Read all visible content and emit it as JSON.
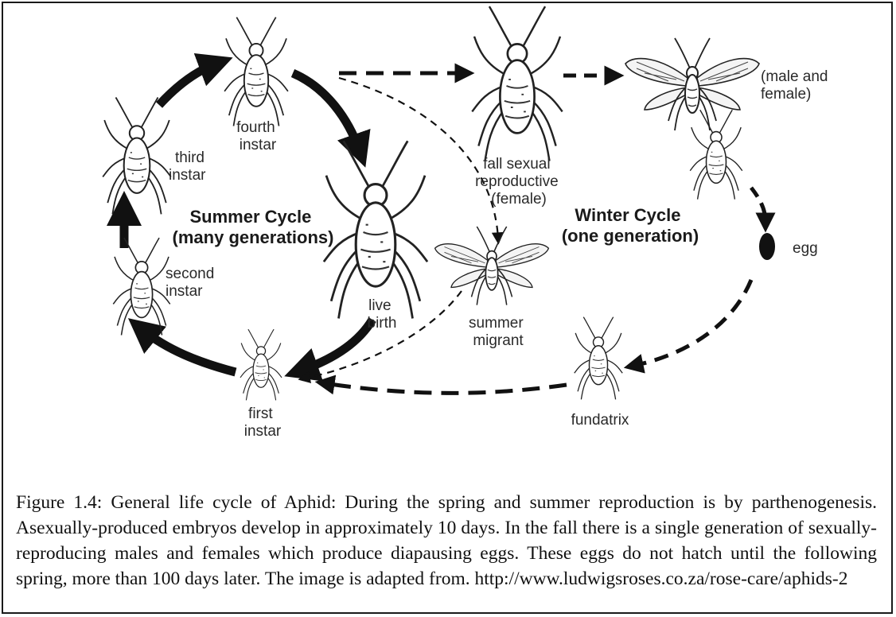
{
  "labels": {
    "fourth_instar": [
      "fourth",
      "instar"
    ],
    "third_instar": [
      "third",
      "instar"
    ],
    "second_instar": [
      "second",
      "instar"
    ],
    "first_instar": [
      "first",
      "instar"
    ],
    "live_birth": [
      "live",
      "birth"
    ],
    "fall_sexual": [
      "fall sexual",
      "reproductive",
      "(female)"
    ],
    "male_female": [
      "(male and",
      "female)"
    ],
    "egg": "egg",
    "summer_migrant": [
      "summer",
      "migrant"
    ],
    "fundatrix": "fundatrix"
  },
  "summer_cycle": [
    "Summer Cycle",
    "(many generations)"
  ],
  "winter_cycle": [
    "Winter Cycle",
    "(one generation)"
  ],
  "caption": "Figure 1.4: General life cycle of Aphid: During the spring and summer reproduction is by parthenogenesis. Asexually-produced embryos develop in approximately 10 days. In the fall there is a single generation of sexually-reproducing males and females which produce diapausing eggs. These eggs do not hatch until the following spring, more than 100 days later. The image is adapted from. http://www.ludwigsroses.co.za/rose-care/aphids-2",
  "colors": {
    "ink": "#1a1a1a",
    "background": "#ffffff"
  }
}
